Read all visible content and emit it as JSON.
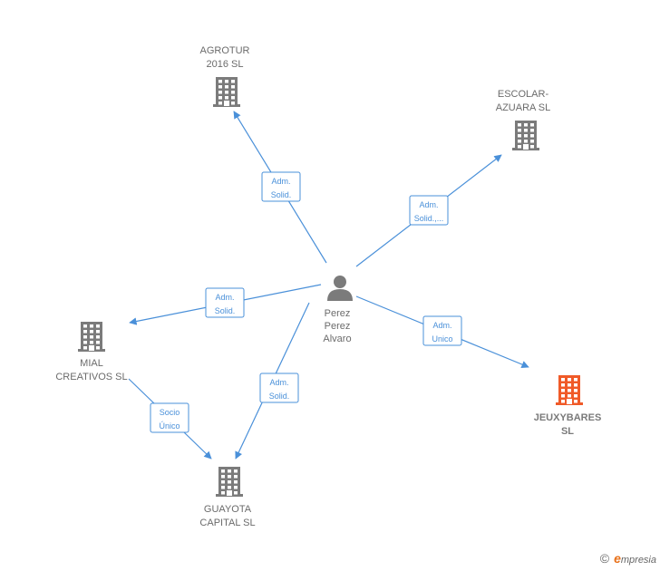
{
  "colors": {
    "edge": "#4a90d9",
    "building": "#7b7b7b",
    "building_highlight": "#f05a28",
    "person": "#7b7b7b"
  },
  "center": {
    "lines": [
      "Perez",
      "Perez",
      "Alvaro"
    ],
    "icon": "person-icon"
  },
  "companies": [
    {
      "id": "agrotur",
      "lines": [
        "AGROTUR",
        "2016  SL"
      ],
      "highlight": false,
      "icon": "building-icon"
    },
    {
      "id": "escolar",
      "lines": [
        "ESCOLAR-",
        "AZUARA SL"
      ],
      "highlight": false,
      "icon": "building-icon"
    },
    {
      "id": "mial",
      "lines": [
        "MIAL",
        "CREATIVOS  SL"
      ],
      "highlight": false,
      "icon": "building-icon"
    },
    {
      "id": "jeuxybares",
      "lines": [
        "JEUXYBARES",
        "SL"
      ],
      "highlight": true,
      "icon": "building-icon"
    },
    {
      "id": "guayota",
      "lines": [
        "GUAYOTA",
        "CAPITAL  SL"
      ],
      "highlight": false,
      "icon": "building-icon"
    }
  ],
  "edges": [
    {
      "from": "center",
      "to": "agrotur",
      "lines": [
        "Adm.",
        "Solid."
      ]
    },
    {
      "from": "center",
      "to": "escolar",
      "lines": [
        "Adm.",
        "Solid.,..."
      ]
    },
    {
      "from": "center",
      "to": "mial",
      "lines": [
        "Adm.",
        "Solid."
      ]
    },
    {
      "from": "center",
      "to": "jeuxybares",
      "lines": [
        "Adm.",
        "Unico"
      ]
    },
    {
      "from": "center",
      "to": "guayota",
      "lines": [
        "Adm.",
        "Solid."
      ]
    },
    {
      "from": "mial",
      "to": "guayota",
      "lines": [
        "Socio",
        "Único"
      ]
    }
  ],
  "footer": {
    "copyright": "©",
    "brand_initial": "e",
    "brand_rest": "mpresia"
  }
}
